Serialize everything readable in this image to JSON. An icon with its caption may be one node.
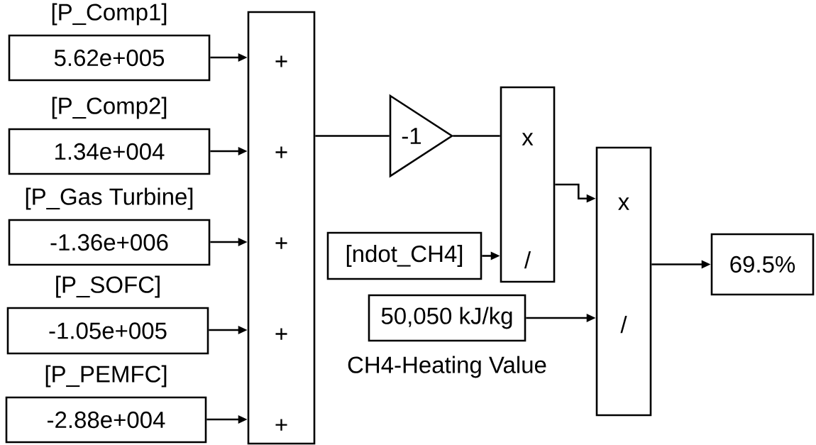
{
  "diagram": {
    "nodes": [
      {
        "text": [
          "[P_Comp1]",
          "5.62e+005"
        ]
      },
      {
        "text": [
          "[P_Comp2]",
          "1.34e+004"
        ]
      },
      {
        "text": [
          "[P_Gas Turbine]",
          "-1.36e+006"
        ]
      },
      {
        "text": [
          "[P_SOFC]",
          "-1.05e+005"
        ]
      },
      {
        "text": [
          "[P_PEMFC]",
          "-2.88e+004"
        ]
      },
      {
        "text": [
          "+",
          "+",
          "+",
          "+",
          "+"
        ]
      },
      {
        "text": [
          "-1"
        ]
      },
      {
        "text": [
          "x",
          "/"
        ]
      },
      {
        "text": [
          "[ndot_CH4]"
        ]
      },
      {
        "text": [
          "50,050 kJ/kg"
        ],
        "beside": [
          "CH4-Heating Value"
        ]
      },
      {
        "text": [
          "x",
          "/"
        ]
      },
      {
        "text": [
          "69.5%"
        ]
      }
    ],
    "edges": [
      {
        "from": 0,
        "to": 5,
        "arrow": "to"
      },
      {
        "from": 1,
        "to": 5,
        "arrow": "to"
      },
      {
        "from": 2,
        "to": 5,
        "arrow": "to"
      },
      {
        "from": 3,
        "to": 5,
        "arrow": "to"
      },
      {
        "from": 4,
        "to": 5,
        "arrow": "to"
      },
      {
        "from": 5,
        "to": 6,
        "arrow": "none"
      },
      {
        "from": 6,
        "to": 7,
        "arrow": "none"
      },
      {
        "from": 8,
        "to": 7,
        "arrow": "to"
      },
      {
        "from": 7,
        "to": 10,
        "arrow": "to"
      },
      {
        "from": 9,
        "to": 10,
        "arrow": "to"
      },
      {
        "from": 10,
        "to": 11,
        "arrow": "to"
      }
    ]
  }
}
